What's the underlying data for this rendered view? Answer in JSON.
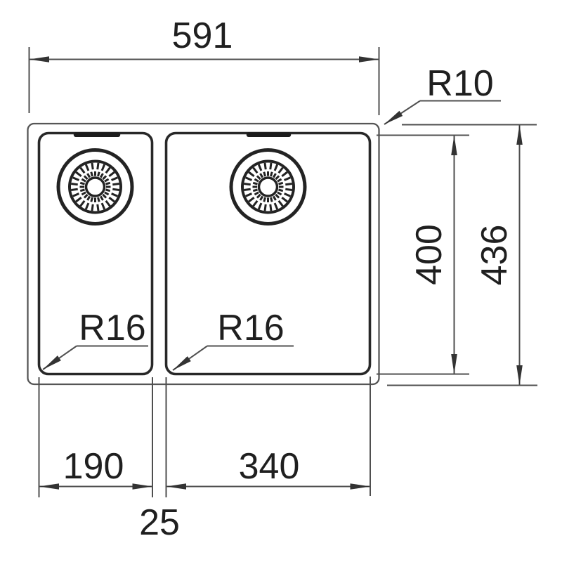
{
  "drawing": {
    "kind": "double-bowl-sink-dimension-drawing",
    "labels": {
      "overall_width": "591",
      "rim_corner_radius": "R10",
      "bowl_depth": "400",
      "overall_depth": "436",
      "left_bowl_corner_radius": "R16",
      "right_bowl_corner_radius": "R16",
      "left_bowl_width": "190",
      "bowl_gap": "25",
      "right_bowl_width": "340"
    },
    "colors": {
      "background": "#ffffff",
      "outline": "#282828",
      "rim_line": "#565656",
      "dimension_line": "#4f4f4f",
      "text": "#1f1f1f",
      "arrow": "#333333"
    }
  }
}
